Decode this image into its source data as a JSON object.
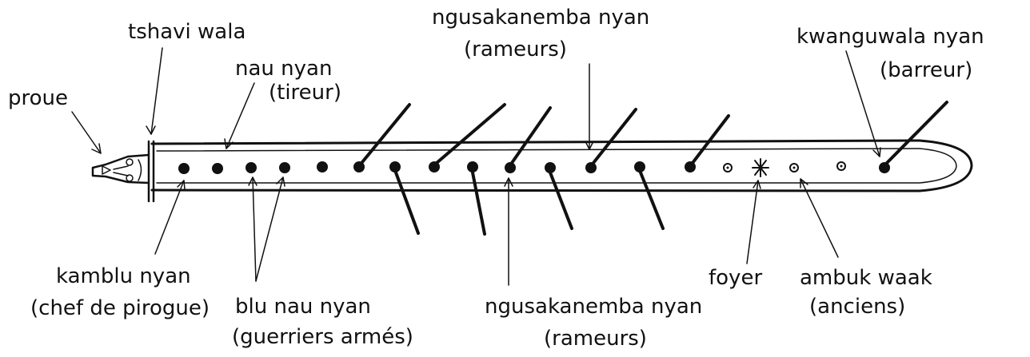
{
  "ink_color": "#111111",
  "background_color": "#ffffff",
  "labels": {
    "proue": "proue",
    "tshavi_wala": "tshavi wala",
    "nau_nyan": "nau nyan",
    "tireur": "(tireur)",
    "rameurs_top_name": "ngusakanemba nyan",
    "rameurs_top_fr": "(rameurs)",
    "kwanguwala_nyan": "kwanguwala nyan",
    "barreur": "(barreur)",
    "kamblu_nyan": "kamblu nyan",
    "chef_de_pirogue": "(chef de pirogue)",
    "blu_nau_nyan": "blu nau nyan",
    "guerriers_armes": "(guerriers armés)",
    "rameurs_bottom_name": "ngusakanemba nyan",
    "rameurs_bottom_fr": "(rameurs)",
    "foyer": "foyer",
    "ambuk_waak": "ambuk waak",
    "anciens": "(anciens)"
  }
}
